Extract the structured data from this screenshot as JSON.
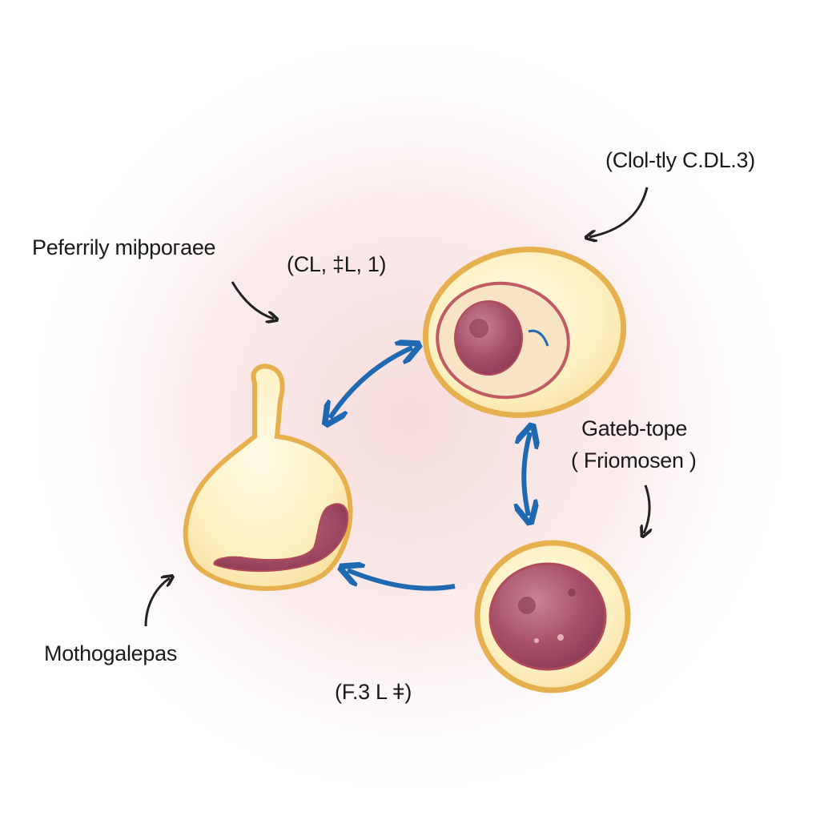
{
  "labels": {
    "top_left": "Peferrily miþpoгaee",
    "middle": "(CL, ‡L, 1)",
    "top_right": "(Clol-tly C.DL.3)",
    "right_line1": "Gateb-tope",
    "right_line2": "( Friomosen )",
    "bottom_left": "Mothogalepas",
    "bottom": "(F.3 L ǂ)"
  },
  "colors": {
    "cell_fill": "#fdf0c0",
    "cell_outline": "#e6b04e",
    "nucleus_fill": "#b05a74",
    "nucleus_outline": "#b24a5a",
    "cyto_fill": "#f7e4c4",
    "arrow_blue": "#1f69b3",
    "pointer_dark": "#222222",
    "glow": "#f4d8d8"
  }
}
